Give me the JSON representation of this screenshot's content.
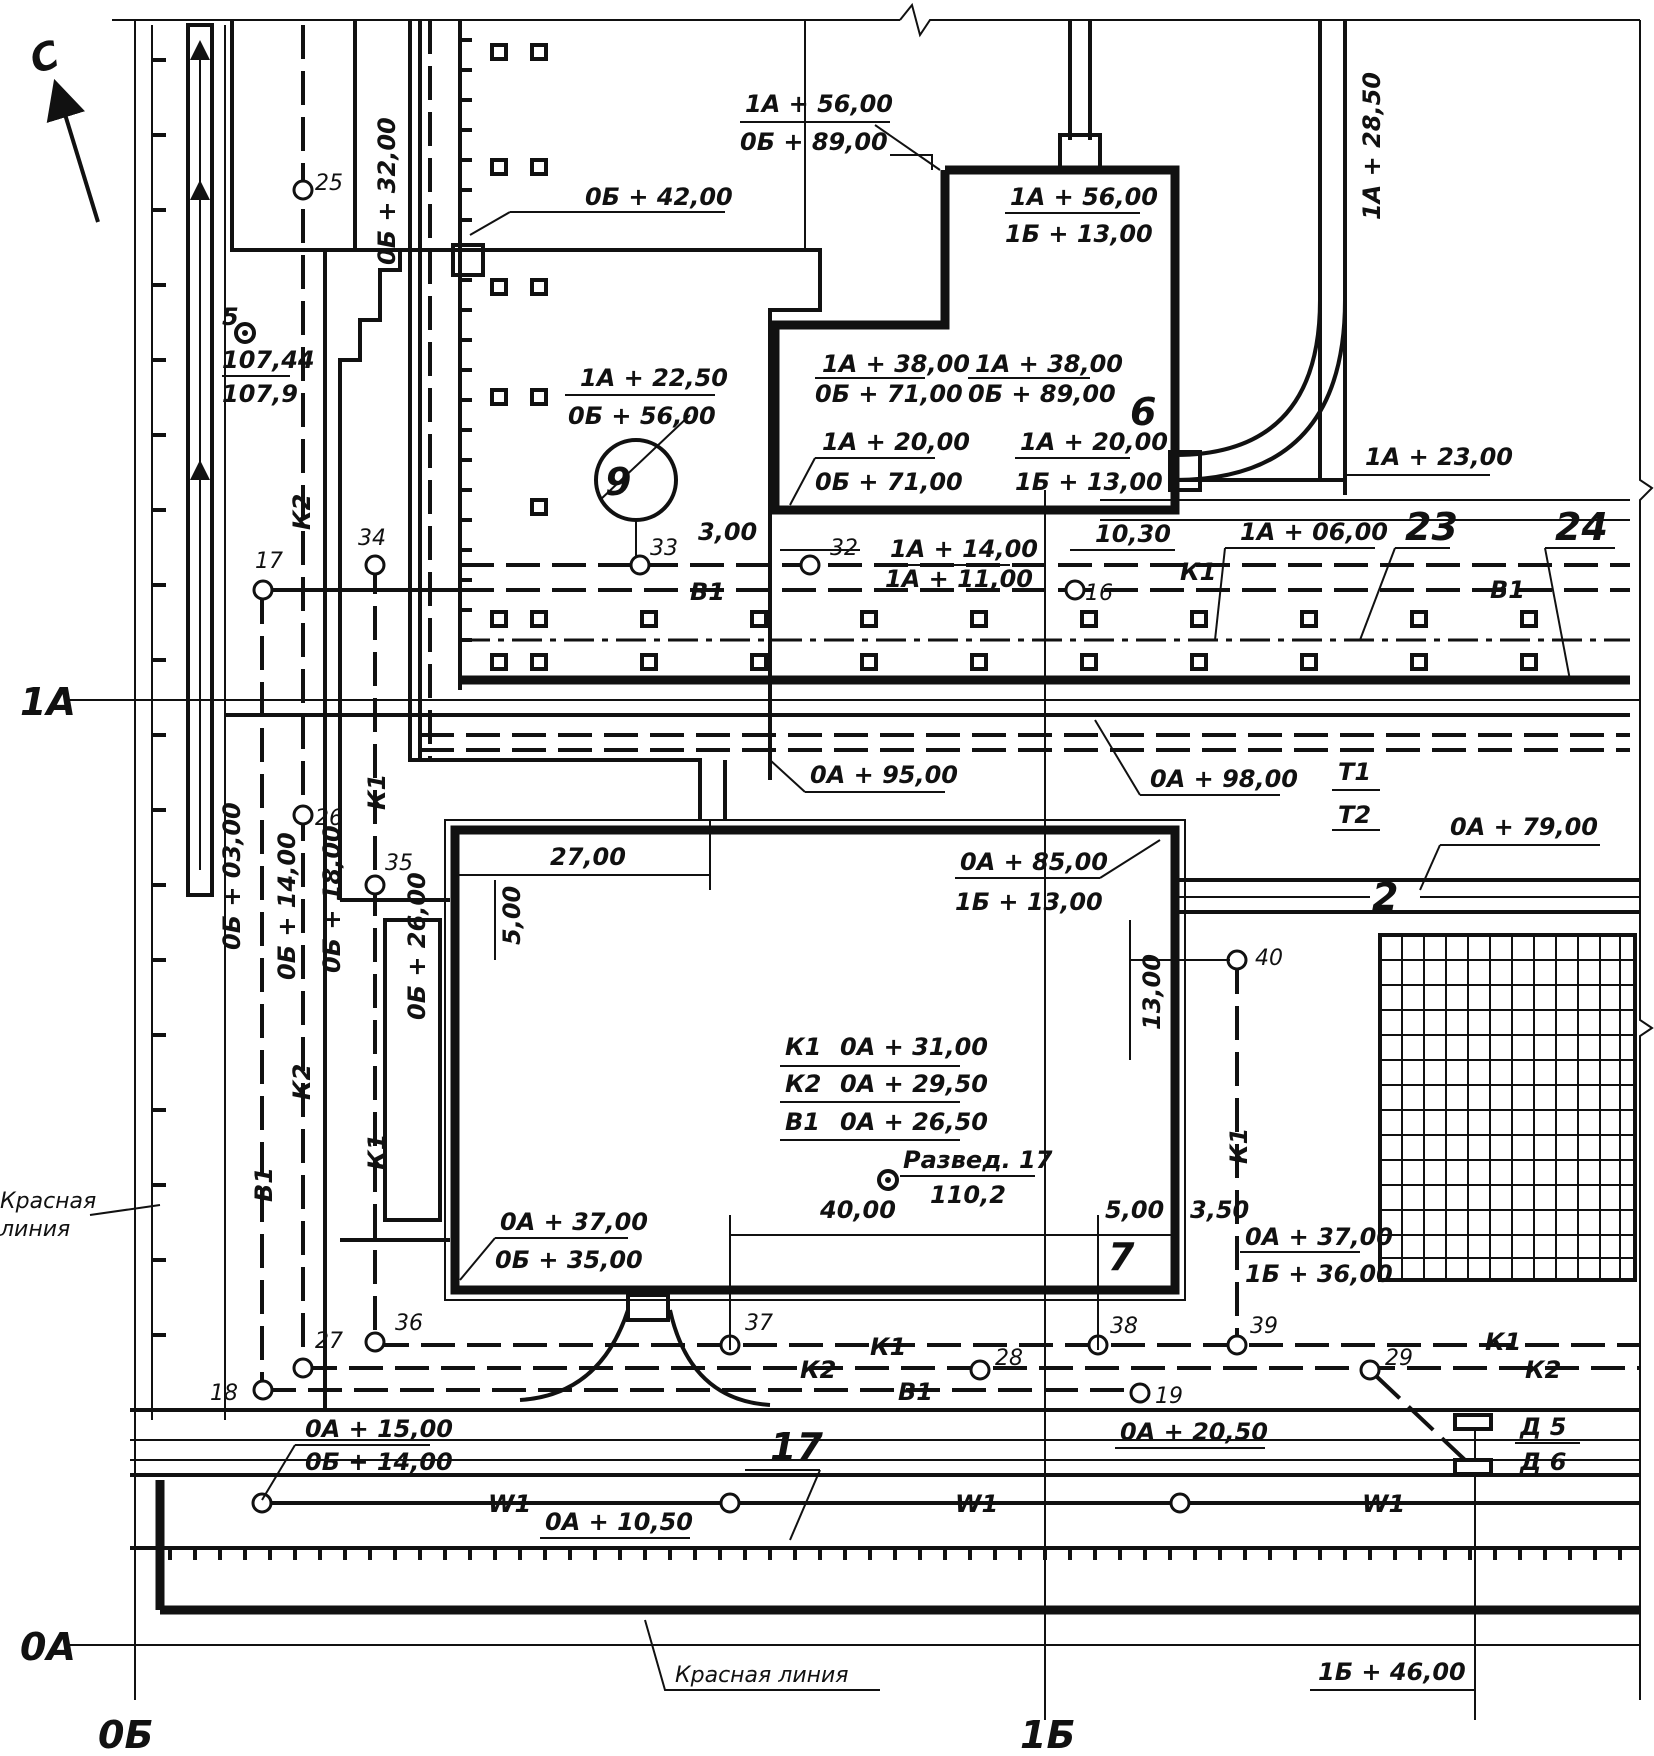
{
  "north": "С",
  "axes": {
    "axis_0A": "0А",
    "axis_1A": "1А",
    "axis_0B": "0Б",
    "axis_1B": "1Б"
  },
  "red_line": {
    "top": "Красная",
    "top2": "линия",
    "bottom": "Красная линия"
  },
  "building_6": {
    "number": "6",
    "c1": "1А + 56,00",
    "c2": "0Б + 89,00",
    "c3": "1А + 56,00",
    "c4": "1Б + 13,00",
    "c5": "1А + 38,00",
    "c6": "0Б + 71,00",
    "c7": "1А + 38,00",
    "c8": "0Б + 89,00",
    "c9": "1А + 20,00",
    "c10": "0Б + 71,00",
    "c11": "1А + 20,00",
    "c12": "1Б + 13,00"
  },
  "building_7": {
    "number": "7",
    "c1": "0А + 85,00",
    "c2": "1Б + 13,00",
    "c3": "0А + 37,00",
    "c4": "0Б + 35,00",
    "c5": "0А + 37,00",
    "c6": "1Б + 36,00",
    "d1": "27,00",
    "d2": "5,00",
    "d3": "13,00",
    "d4": "40,00",
    "d5": "5,00",
    "d6": "3,50",
    "k1": "К1",
    "k1v": "0А + 31,00",
    "k2": "К2",
    "k2v": "0А + 29,50",
    "b1": "В1",
    "b1v": "0А + 26,50",
    "borehole": "Развед. 17",
    "borehole_elev": "110,2"
  },
  "mark_9": {
    "label": "9",
    "c1": "1А + 22,50",
    "c2": "0Б + 56,00"
  },
  "benchmark": {
    "label": "5",
    "e1": "107,44",
    "e2": "107,9"
  },
  "coords": {
    "c_0b_42": "0Б + 42,00",
    "c_0b_32": "0Б + 32,00",
    "c_1a_28_5": "1А + 28,50",
    "c_1a_23": "1А + 23,00",
    "c_1a_14": "1А + 14,00",
    "c_1a_11": "1А + 11,00",
    "c_1a_06": "1А + 06,00",
    "c_0a_95": "0А + 95,00",
    "c_0a_98": "0А + 98,00",
    "c_0a_79": "0А + 79,00",
    "c_0b_03": "0Б + 03,00",
    "c_0b_14": "0Б + 14,00",
    "c_0b_18": "0Б + 18,00",
    "c_0b_26": "0Б + 26,00",
    "c_0a_15": "0А + 15,00",
    "c_0b_14b": "0Б + 14,00",
    "c_0a_10_5": "0А + 10,50",
    "c_0a_20_5": "0А + 20,50",
    "c_1b_46": "1Б + 46,00",
    "d_3": "3,00",
    "d_10_3": "10,30"
  },
  "utilities": {
    "b1": "В1",
    "k1": "К1",
    "k2": "К2",
    "w1": "W1",
    "t1": "Т1",
    "t2": "Т2",
    "d5": "Д 5",
    "d6": "Д 6"
  },
  "callouts": {
    "n23": "23",
    "n24": "24",
    "n2": "2",
    "n17": "17"
  },
  "wells": [
    "16",
    "17",
    "18",
    "19",
    "25",
    "26",
    "27",
    "28",
    "29",
    "32",
    "33",
    "34",
    "35",
    "36",
    "37",
    "38",
    "39",
    "40"
  ]
}
